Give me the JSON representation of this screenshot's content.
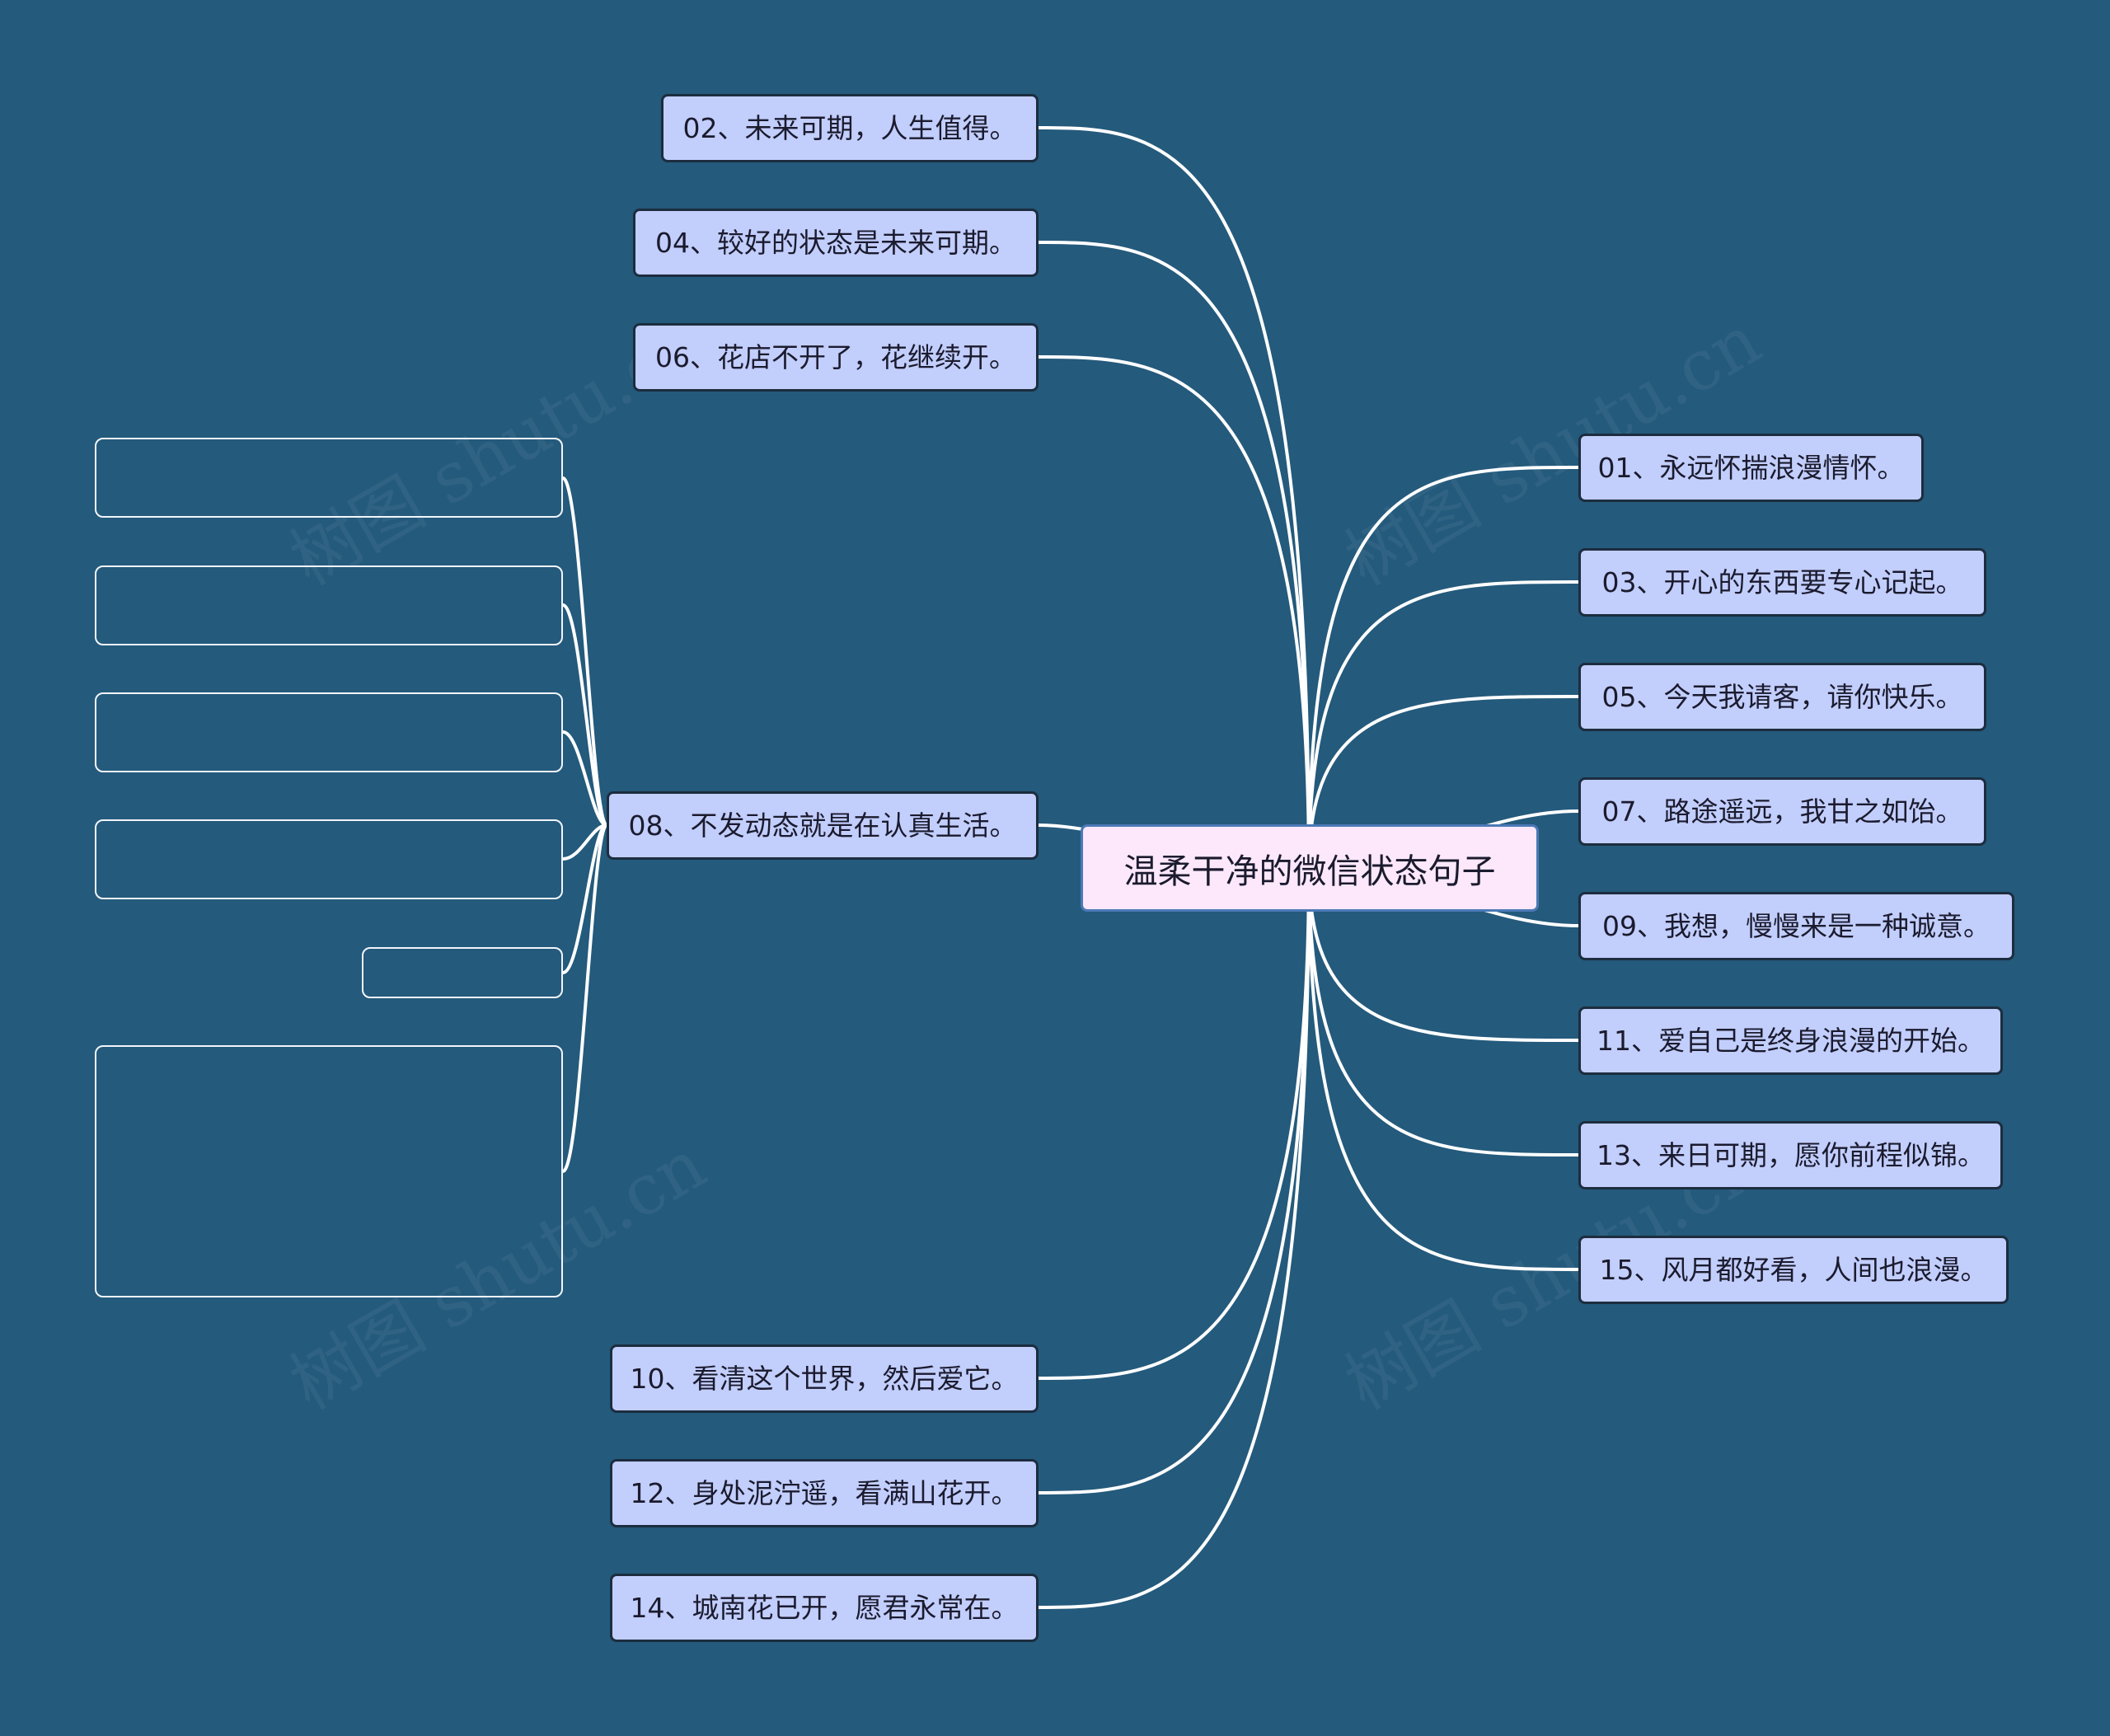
{
  "root": {
    "label": "温柔干净的微信状态句子"
  },
  "left_branches": [
    {
      "id": "n02",
      "label": "02、未来可期，人生值得。"
    },
    {
      "id": "n04",
      "label": "04、较好的状态是未来可期。"
    },
    {
      "id": "n06",
      "label": "06、花店不开了，花继续开。"
    },
    {
      "id": "n08",
      "label": "08、不发动态就是在认真生活。"
    },
    {
      "id": "n10",
      "label": "10、看清这个世界，然后爱它。"
    },
    {
      "id": "n12",
      "label": "12、身处泥泞遥，看满山花开。"
    },
    {
      "id": "n14",
      "label": "14、城南花已开，愿君永常在。"
    }
  ],
  "right_branches": [
    {
      "id": "n01",
      "label": "01、永远怀揣浪漫情怀。"
    },
    {
      "id": "n03",
      "label": "03、开心的东西要专心记起。"
    },
    {
      "id": "n05",
      "label": "05、今天我请客，请你快乐。"
    },
    {
      "id": "n07",
      "label": "07、路途遥远，我甘之如饴。"
    },
    {
      "id": "n09",
      "label": "09、我想，慢慢来是一种诚意。"
    },
    {
      "id": "n11",
      "label": "11、爱自己是终身浪漫的开始。"
    },
    {
      "id": "n13",
      "label": "13、来日可期，愿你前程似锦。"
    },
    {
      "id": "n15",
      "label": "15、风月都好看，人间也浪漫。"
    }
  ],
  "empty_children_count": 6,
  "watermark": "树图 shutu.cn",
  "colors": {
    "background": "#245a7c",
    "node_fill": "#c2cefc",
    "root_fill": "#fde8fb",
    "connector": "#ffffff"
  }
}
